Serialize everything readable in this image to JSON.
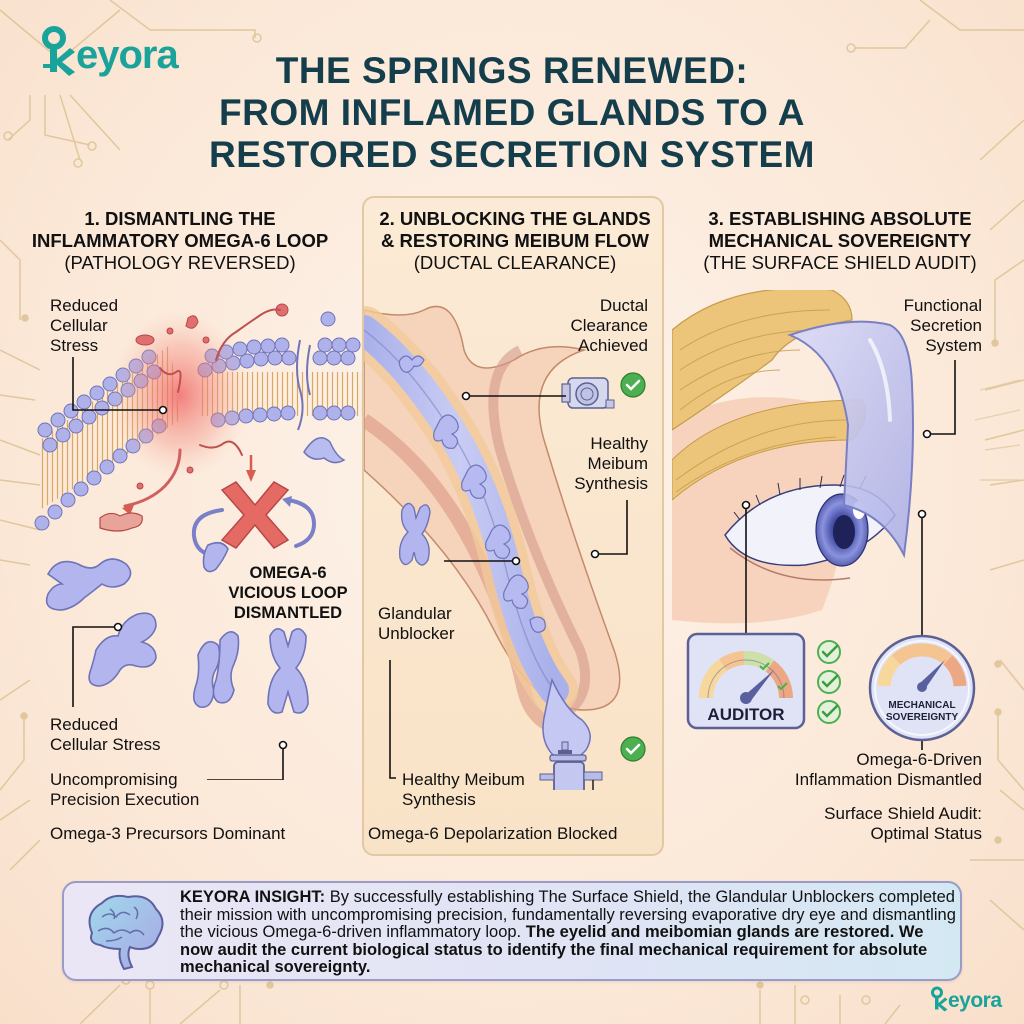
{
  "brand": {
    "name": "Keyora",
    "logo_letter_rest": "eyora",
    "brand_color": "#1aa39a"
  },
  "title": {
    "line1": "THE SPRINGS RENEWED:",
    "line2": "FROM INFLAMED GLANDS TO A",
    "line3": "RESTORED SECRETION SYSTEM",
    "color": "#153e4c"
  },
  "sections": [
    {
      "heading_line1": "1. DISMANTLING THE",
      "heading_line2": "INFLAMMATORY OMEGA-6 LOOP",
      "subheading": "(PATHOLOGY REVERSED)",
      "labels": {
        "top": [
          "Reduced",
          "Cellular",
          "Stress"
        ],
        "center": [
          "OMEGA-6",
          "VICIOUS LOOP",
          "DISMANTLED"
        ],
        "lower": [
          "Reduced",
          "Cellular Stress"
        ],
        "precision": [
          "Uncompromising",
          "Precision Execution"
        ],
        "footer": "Omega-3 Precursors Dominant"
      },
      "icons": [
        "cell-membrane-illustration",
        "red-x-icon",
        "cycle-arrows-icon",
        "chromosome-icon"
      ]
    },
    {
      "heading_line1": "2. UNBLOCKING THE GLANDS",
      "heading_line2": "& RESTORING MEIBUM FLOW",
      "subheading": "(DUCTAL CLEARANCE)",
      "labels": {
        "ductal": [
          "Ductal",
          "Clearance",
          "Achieved"
        ],
        "healthy_right": [
          "Healthy",
          "Meibum",
          "Synthesis"
        ],
        "unblocker": [
          "Glandular",
          "Unblocker"
        ],
        "healthy_bottom": [
          "Healthy Meibum",
          "Synthesis"
        ],
        "footer": "Omega-6 Depolarization Blocked"
      },
      "icons": [
        "gland-duct-illustration",
        "pump-device-icon",
        "valve-device-icon",
        "check-circle-icon"
      ]
    },
    {
      "heading_line1": "3. ESTABLISHING ABSOLUTE",
      "heading_line2": "MECHANICAL SOVEREIGNTY",
      "subheading": "(THE SURFACE SHIELD AUDIT)",
      "labels": {
        "functional": [
          "Functional",
          "Secretion",
          "System"
        ],
        "auditor_gauge": "AUDITOR",
        "sovereignty_gauge": [
          "MECHANICAL",
          "SOVEREIGNTY"
        ],
        "omega": [
          "Omega-6-Driven",
          "Inflammation Dismantled"
        ],
        "audit": [
          "Surface Shield Audit:",
          "Optimal Status"
        ]
      },
      "icons": [
        "eye-illustration",
        "surface-shield-icon",
        "auditor-gauge-icon",
        "sovereignty-gauge-icon",
        "check-circle-icon"
      ]
    }
  ],
  "insight": {
    "label": "KEYORA INSIGHT:",
    "text_regular": " By successfully establishing The Surface Shield, the Glandular Unblockers completed their mission with uncompromising precision, fundamentally reversing evaporative dry eye and dismantling the vicious Omega-6-driven inflammatory loop.",
    "text_bold": " The eyelid and meibomian glands are restored. We now audit the current biological status to identify the final mechanical requirement for absolute mechanical sovereignty.",
    "icon": "brain-icon"
  },
  "colors": {
    "background": "#fbe7d6",
    "lavender": "#aab0e8",
    "lavender_dark": "#6f74b8",
    "inflammation_red": "#e06060",
    "check_green": "#4caf50",
    "circuit_gold": "#d9bf8c"
  }
}
